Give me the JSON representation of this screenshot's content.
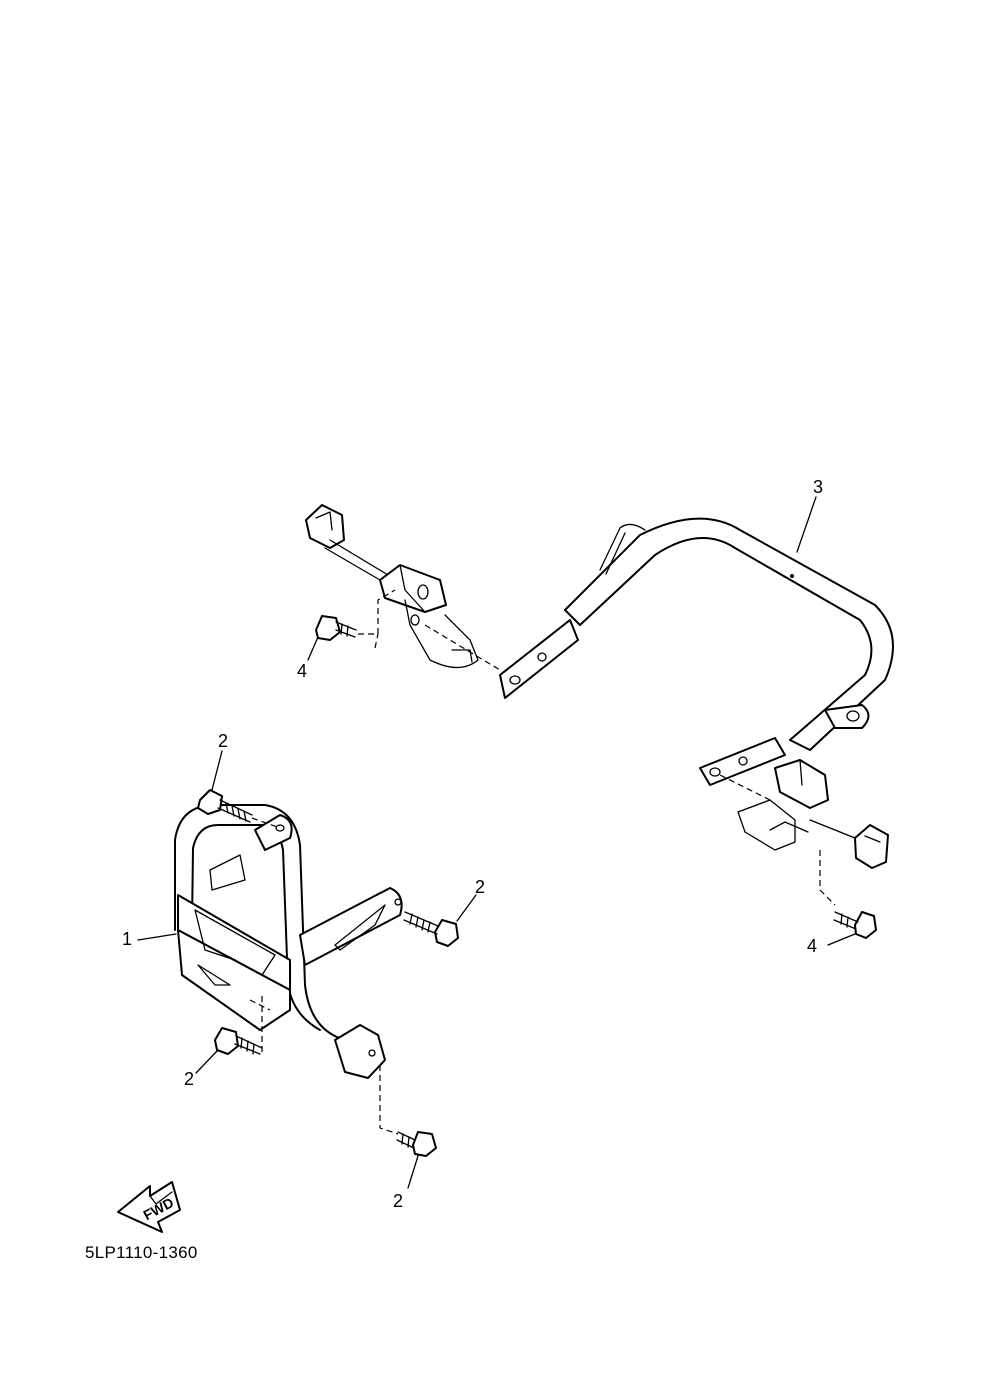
{
  "callouts": {
    "c1": "1",
    "c2a": "2",
    "c2b": "2",
    "c2c": "2",
    "c2d": "2",
    "c3": "3",
    "c4a": "4",
    "c4b": "4"
  },
  "fwd_label": "FWD",
  "part_number": "5LP1110-1360"
}
